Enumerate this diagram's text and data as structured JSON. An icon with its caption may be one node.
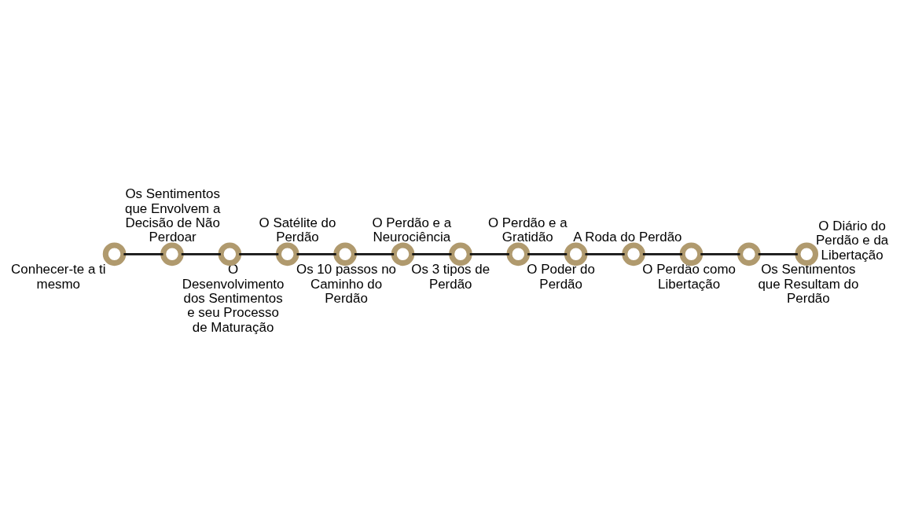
{
  "diagram": {
    "nodes": [
      {
        "text": [
          "Conhecer-te a ti mesmo"
        ]
      },
      {
        "text": [
          "O Desenvolvimento dos Sentimentos e seu Processo de Maturação"
        ]
      },
      {
        "text": [
          "Os Sentimentos que Envolvem a Decisão de Não Perdoar"
        ]
      },
      {
        "text": [
          "Os 10 passos no Caminho do Perdão"
        ]
      },
      {
        "text": [
          "O Satélite do Perdão"
        ]
      },
      {
        "text": [
          "Os 3 tipos de Perdão"
        ]
      },
      {
        "text": [
          "O Perdão e a Neurociência"
        ]
      },
      {
        "text": [
          "O Poder do Perdão"
        ]
      },
      {
        "text": [
          "O Perdão e a Gratidão"
        ]
      },
      {
        "text": [
          "O Perdão como Libertação"
        ]
      },
      {
        "text": [
          "A Roda do Perdão"
        ]
      },
      {
        "text": [
          "Os Sentimentos que Resultam do Perdão"
        ]
      },
      {
        "text": [
          "O Diário do Perdão e da Libertação"
        ]
      }
    ],
    "edges": [
      {
        "from": 0,
        "to": 1,
        "arrow": "none"
      },
      {
        "from": 1,
        "to": 2,
        "arrow": "none"
      },
      {
        "from": 2,
        "to": 3,
        "arrow": "none"
      },
      {
        "from": 3,
        "to": 4,
        "arrow": "none"
      },
      {
        "from": 4,
        "to": 5,
        "arrow": "none"
      },
      {
        "from": 5,
        "to": 6,
        "arrow": "none"
      },
      {
        "from": 6,
        "to": 7,
        "arrow": "none"
      },
      {
        "from": 7,
        "to": 8,
        "arrow": "none"
      },
      {
        "from": 8,
        "to": 9,
        "arrow": "none"
      },
      {
        "from": 9,
        "to": 10,
        "arrow": "none"
      },
      {
        "from": 10,
        "to": 11,
        "arrow": "none"
      },
      {
        "from": 11,
        "to": 12,
        "arrow": "none"
      }
    ]
  }
}
